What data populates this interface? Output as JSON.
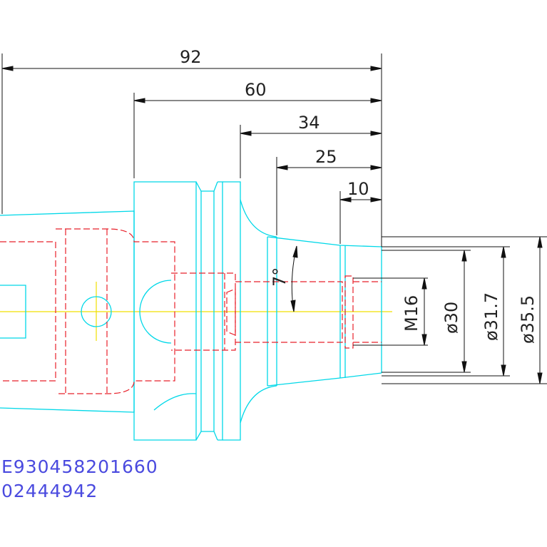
{
  "dimensions": {
    "d92": "92",
    "d60": "60",
    "d34": "34",
    "d25": "25",
    "d10": "10",
    "angle": "7°",
    "thread": "M16",
    "dia30": "ø30",
    "dia31_7": "ø31.7",
    "dia35_5": "ø35.5"
  },
  "codes": {
    "article": "E930458201660",
    "order": "02444942"
  },
  "colors": {
    "outline": "#00d8e8",
    "hidden": "#e8202a",
    "centerline": "#f0e000",
    "dimension": "#111111",
    "code_text": "#4a4adf"
  }
}
